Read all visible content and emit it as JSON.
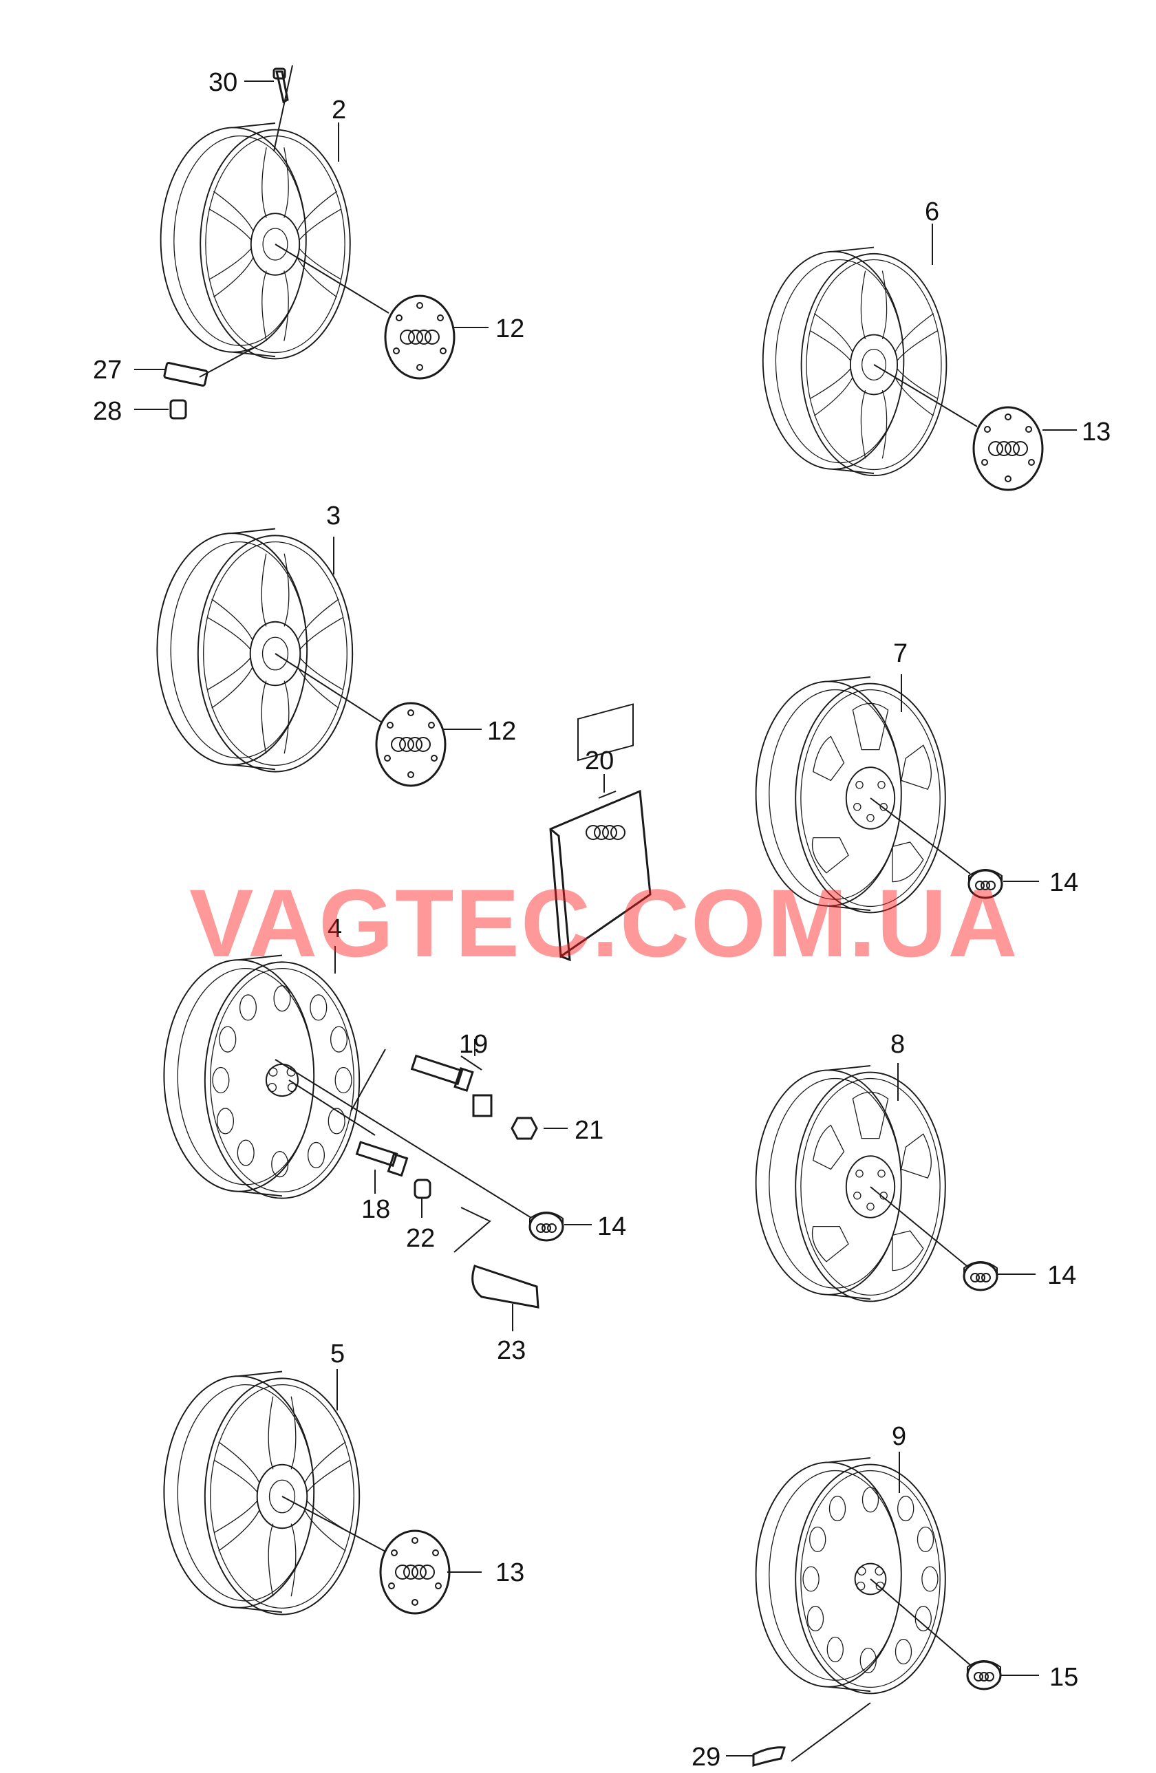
{
  "watermark": "VAGTEC.COM.UA",
  "colors": {
    "line": "#1a1a1a",
    "watermark": "#ff1a1a",
    "background": "#ffffff"
  },
  "callouts": {
    "n2": "2",
    "n3": "3",
    "n4": "4",
    "n5": "5",
    "n6": "6",
    "n7": "7",
    "n8": "8",
    "n9": "9",
    "n12a": "12",
    "n12b": "12",
    "n13a": "13",
    "n13b": "13",
    "n14a": "14",
    "n14b": "14",
    "n14c": "14",
    "n15": "15",
    "n18": "18",
    "n19": "19",
    "n20": "20",
    "n21": "21",
    "n22": "22",
    "n23": "23",
    "n27": "27",
    "n28": "28",
    "n29": "29",
    "n30": "30"
  }
}
